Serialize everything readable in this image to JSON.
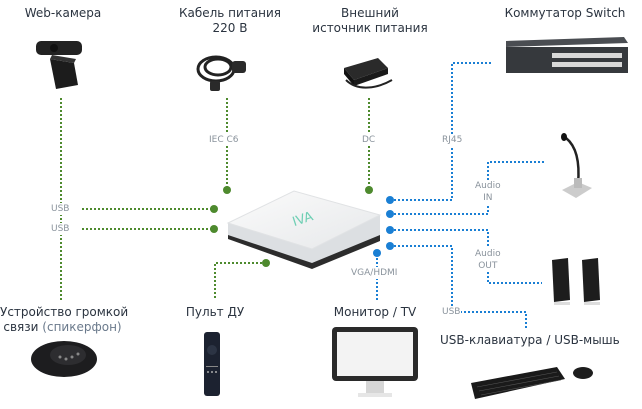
{
  "colors": {
    "green": "#4e8a2e",
    "blue": "#1a7fd4",
    "text": "#2b3440",
    "port": "#8a939c",
    "brand": "#6fcfb4"
  },
  "device": {
    "logo": "IVA"
  },
  "peripherals": {
    "webcam": {
      "title": "Web-камера",
      "port": "USB"
    },
    "power_cable": {
      "title_line1": "Кабель питания",
      "title_line2": "220 В",
      "port": "IEC C6"
    },
    "power_supply": {
      "title_line1": "Внешний",
      "title_line2": "источник питания",
      "port": "DC"
    },
    "switch": {
      "title": "Коммутатор Switch",
      "port": "RJ45"
    },
    "microphone": {
      "port_line1": "Audio",
      "port_line2": "IN"
    },
    "speakers": {
      "port_line1": "Audio",
      "port_line2": "OUT"
    },
    "speakerphone": {
      "title_line1": "Устройство громкой",
      "title_line2_main": "связи",
      "title_line2_muted": "(спикерфон)",
      "port": "USB"
    },
    "remote": {
      "title": "Пульт ДУ"
    },
    "monitor": {
      "title": "Монитор / TV",
      "port": "VGA/HDMI"
    },
    "keyboard": {
      "title": "USB-клавиатура / USB-мышь",
      "port": "USB"
    }
  }
}
